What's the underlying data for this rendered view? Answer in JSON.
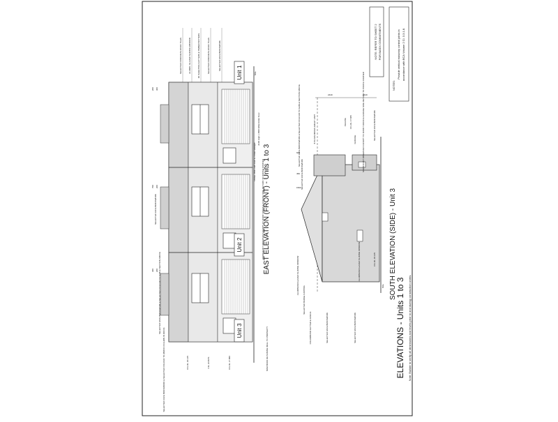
{
  "title": "ELEVATIONS - Units 1 to 3",
  "title_note": "Note: Builder to verify all dimensions and levels prior to and during construction works.",
  "note_sheet": [
    "NOTE: REFER TO SHEET 2",
    "FOR BASIX COMMITMENTS"
  ],
  "notes_box": {
    "heading": "NOTES:",
    "lines": [
      "Provide vertical masonry control joints in",
      "accordance with BCA Volume 2 Cl. 3.3.1.8."
    ]
  },
  "east_elevation": {
    "title": "EAST ELEVATION (FRONT) - Units 1 to 3",
    "units": [
      "Unit 1",
      "Unit 2",
      "Unit 3"
    ],
    "callouts_top": [
      "SELECTED CONCRETE ROOF TILES",
      "ALUMIN. GLAZED SLIDING WINDOW",
      "R1 SHEETING GUTTERS & TIMBER BATTENS",
      "SELECTED CONCRETE ROOF TILES",
      "SELECTED FACE BRICKWORK"
    ],
    "callouts_bottom": [
      "SELECTED FACE BRICKWORK",
      "SELECTED FACE BRICKWORK & SELECTED COLOUR TO GABLE SECTION ABOVE",
      "SELECTED FACE BRICKWORK & SELECTED COLOUR TO (BRICK COLUMN IN ROOF)"
    ],
    "door_notes": [
      "2100 High x 4800 Wide Roller Door",
      "PANEL Infill Front Door & Tinted Sidelight",
      "SIGNIFICANT OBSERVED CANOPY TO FRONT DOOR & GARAGE SIDE RETURN TO PORCH CORNER"
    ],
    "retaining_note": "NOM BOOK RETAINING WALL TO PROPERTY",
    "levels": [
      "FFL RL 18.145",
      "CFL JOISTS",
      "FFL RL 17.880",
      "NGL"
    ],
    "dims": [
      "200",
      "300",
      "700",
      "200",
      "300",
      "200"
    ]
  },
  "south_elevation": {
    "title": "SOUTH ELEVATION (SIDE) - Unit 3",
    "height_label": "8.5m MAXIMUM HEIGHT LIMIT",
    "callouts": [
      "SELECTED FACE BRICKWORK",
      "ALUMINIUM GLAZED SLIDING WINDOW",
      "ALUMINIUM GLAZED SLIDING WINDOW",
      "SELECTED BARGE CAPPING",
      "COLORBOND GUTTER & FASCIA",
      "SELECTED FACE BRICKWORK",
      "SELECTED FACE BRICKWORK"
    ],
    "top_notes": [
      "SELECTED FACE BRICKWORK & SELECTED COLOUR TO GABLE SECTION ABOVE",
      "SIGNIFICANT OBSERVED CANOPY TO FRONT DOOR & GARAGE SIDE RETURN TO PORCH CORNER",
      "SELECTED FACE BRICKWORK"
    ],
    "levels": [
      "FFL RL 17.865",
      "GARAGE",
      "CEILING",
      "FFL RL 18.145",
      "NGL"
    ],
    "dims": [
      "2440",
      "2440",
      "600",
      "450",
      "1500"
    ]
  }
}
